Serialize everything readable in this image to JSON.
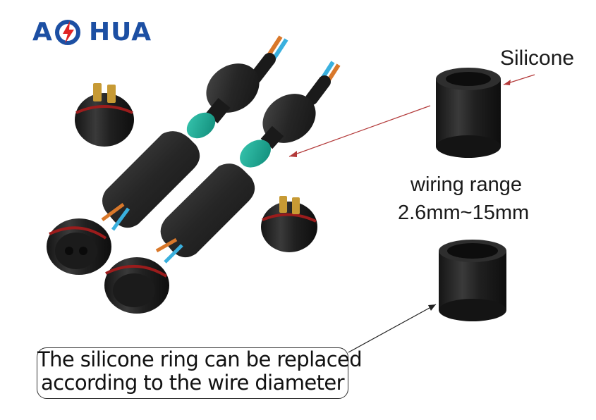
{
  "brand": {
    "logo_left": "A",
    "logo_right": "HUA",
    "primary_color": "#1c4fa3",
    "accent_color": "#e02424"
  },
  "labels": {
    "silicone": "Silicone",
    "wiring_range": "wiring range",
    "range_value": "2.6mm~15mm"
  },
  "callout": {
    "line1": "The silicone ring can be replaced",
    "line2": "according to the wire diameter"
  },
  "colors": {
    "connector_body": "#2a2a2a",
    "silicone_green": "#1aa894",
    "seal_red": "#9b1c1c",
    "wire_blue": "#3ab0de",
    "wire_orange": "#d9782a",
    "arrow_red": "#b33a3a"
  }
}
